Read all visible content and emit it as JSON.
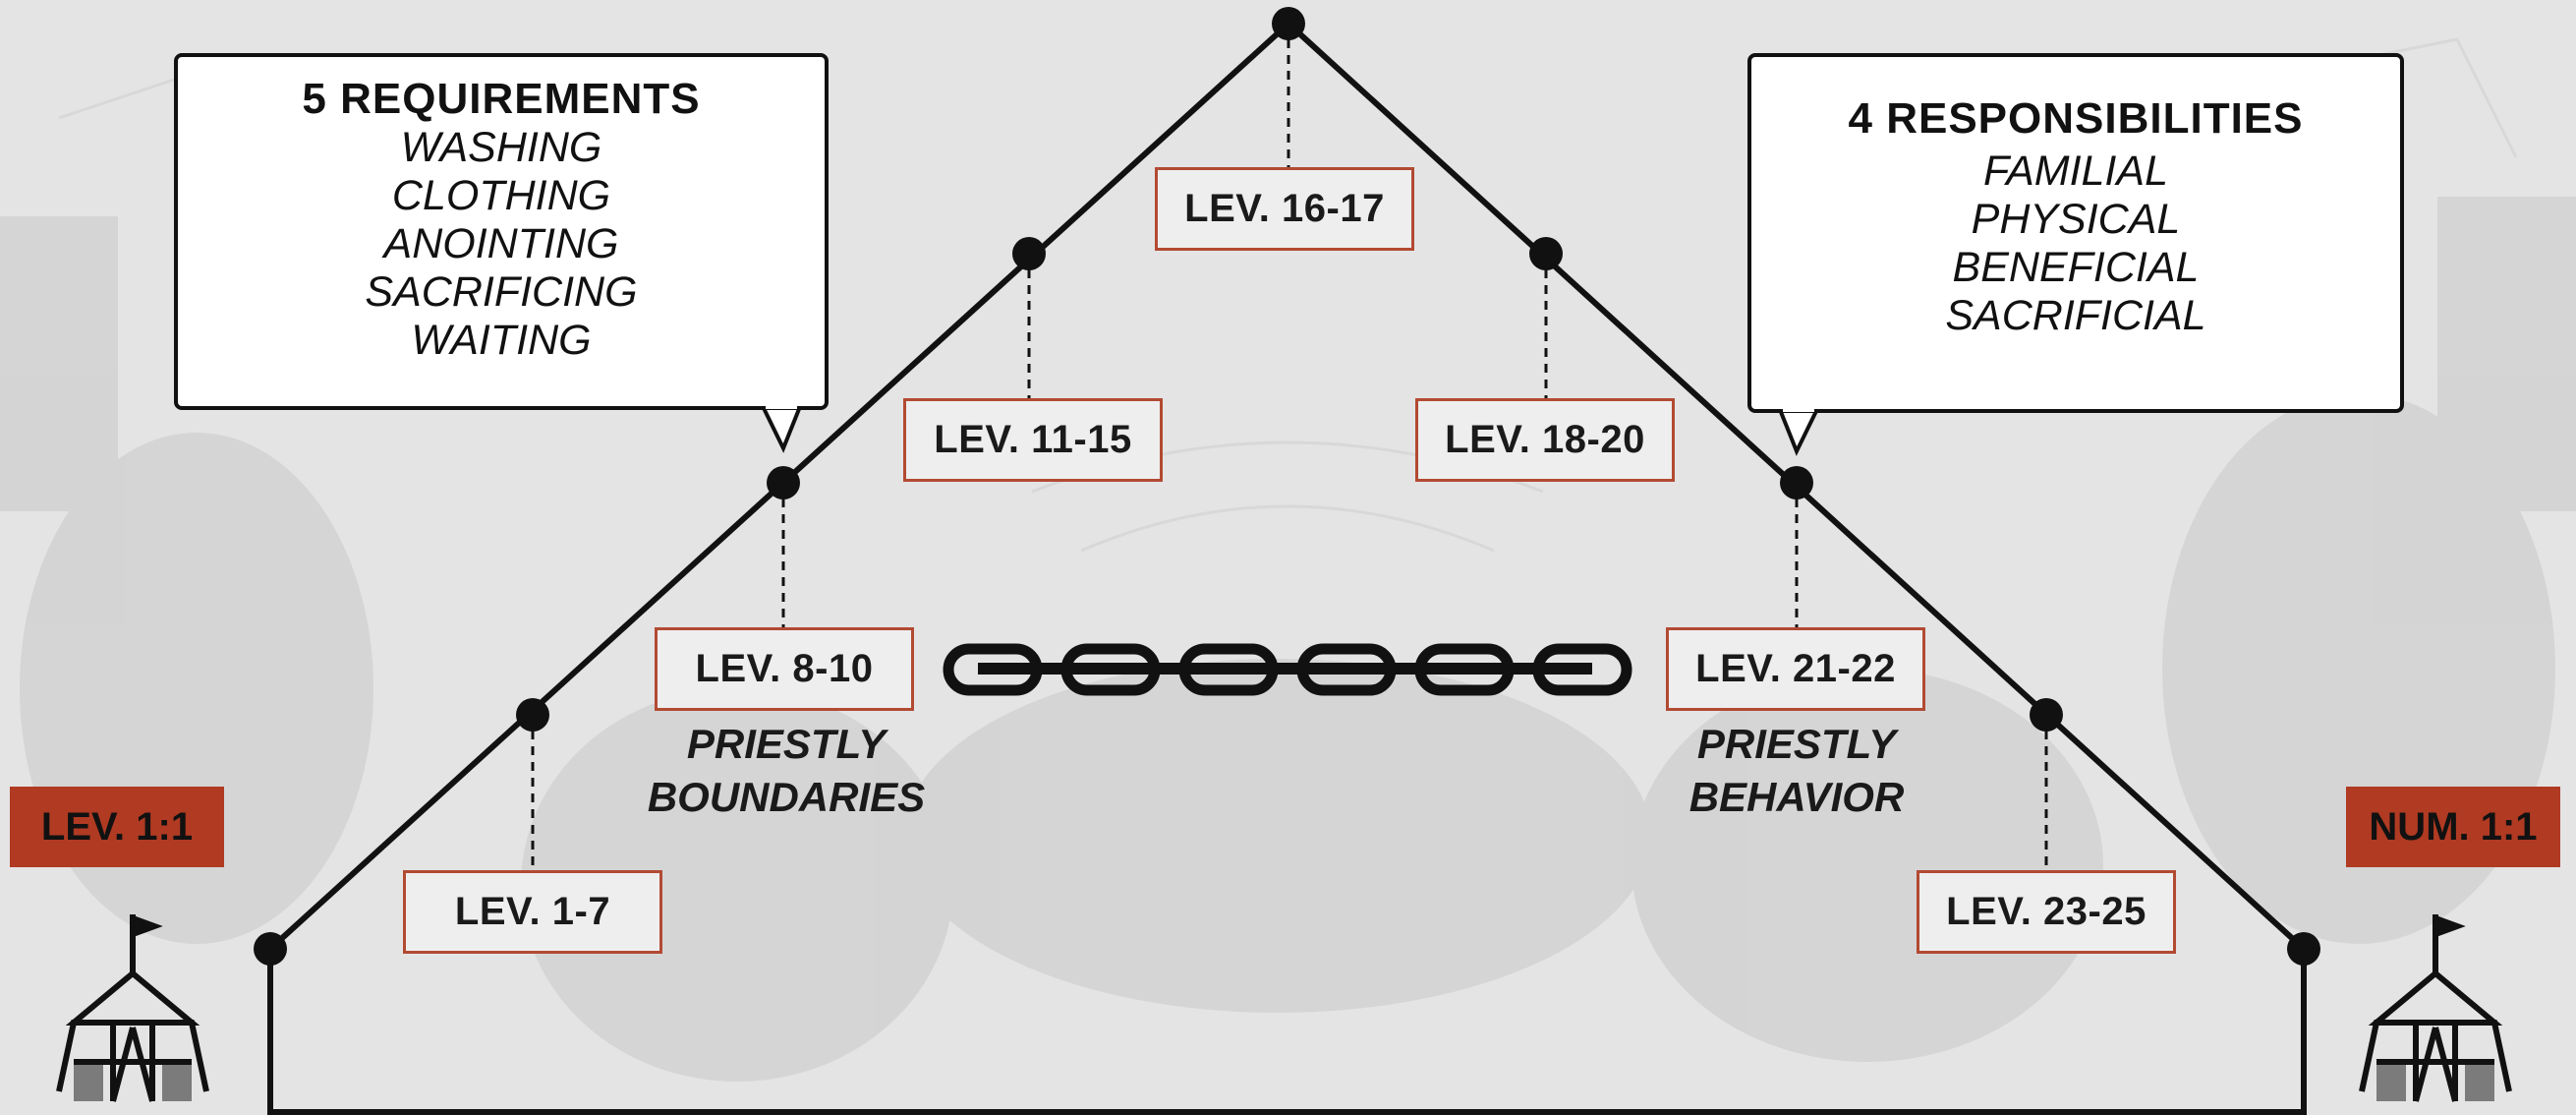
{
  "requirements": {
    "title": "5 REQUIREMENTS",
    "items": [
      "WASHING",
      "CLOTHING",
      "ANOINTING",
      "SACRIFICING",
      "WAITING"
    ]
  },
  "responsibilities": {
    "title": "4 RESPONSIBILITIES",
    "items": [
      "FAMILIAL",
      "PHYSICAL",
      "BENEFICIAL",
      "SACRIFICIAL"
    ]
  },
  "refs": {
    "lev_16_17": "LEV. 16-17",
    "lev_11_15": "LEV. 11-15",
    "lev_18_20": "LEV. 18-20",
    "lev_8_10": "LEV. 8-10",
    "lev_21_22": "LEV. 21-22",
    "lev_1_7": "LEV. 1-7",
    "lev_23_25": "LEV. 23-25"
  },
  "captions": {
    "left": [
      "PRIESTLY",
      "BOUNDARIES"
    ],
    "right": [
      "PRIESTLY",
      "BEHAVIOR"
    ]
  },
  "tags": {
    "start": "LEV. 1:1",
    "end": "NUM. 1:1"
  },
  "colors": {
    "accent": "#b03a22",
    "line": "#111111",
    "background": "#e4e4e5"
  },
  "icons": {
    "left_tent": "tabernacle-tent-icon",
    "right_tent": "tabernacle-tent-icon",
    "chain": "chain-icon"
  }
}
